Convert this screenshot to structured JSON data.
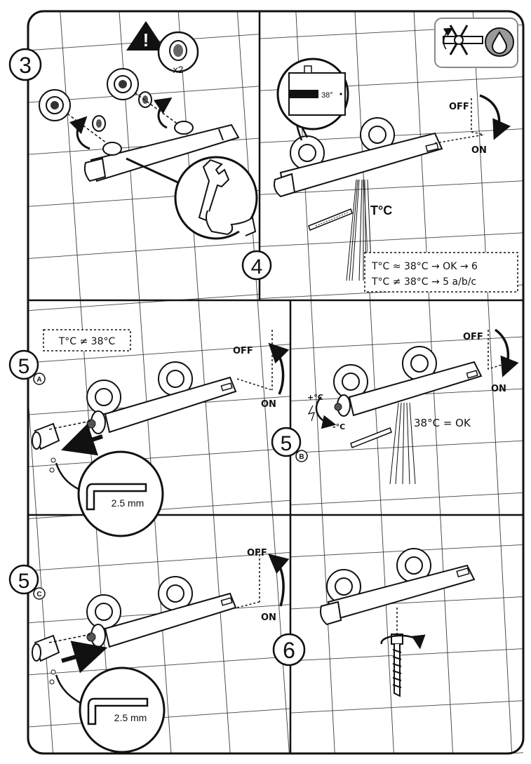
{
  "steps": {
    "s3": "3",
    "s4": "4",
    "s5": "5",
    "s5a_sub": "A",
    "s5b_sub": "B",
    "s5c_sub": "C",
    "s6": "6"
  },
  "panel1": {
    "warn_glyph": "!",
    "qty": "x2"
  },
  "panel2": {
    "off": "OFF",
    "on": "ON",
    "temp_label": "T°C",
    "display_value": "38°",
    "rule_ok": "T°C ≈ 38°C → OK → 6",
    "rule_adjust": "T°C ≠ 38°C → 5 a/b/c"
  },
  "panel3": {
    "condition": "T°C ≠ 38°C",
    "off": "OFF",
    "on": "ON",
    "tool": "2.5 mm"
  },
  "panel4": {
    "off": "OFF",
    "on": "ON",
    "plus": "+°C",
    "minus": "-°C",
    "result": "38°C = OK"
  },
  "panel5": {
    "off": "OFF",
    "on": "ON",
    "tool": "2.5 mm"
  },
  "icons": [
    "warning-triangle-icon",
    "filter-screen-icon",
    "wrench-icon",
    "hex-key-icon",
    "thermometer-icon",
    "cold-valve-icon",
    "water-drop-icon",
    "rotate-arrow-icon"
  ]
}
